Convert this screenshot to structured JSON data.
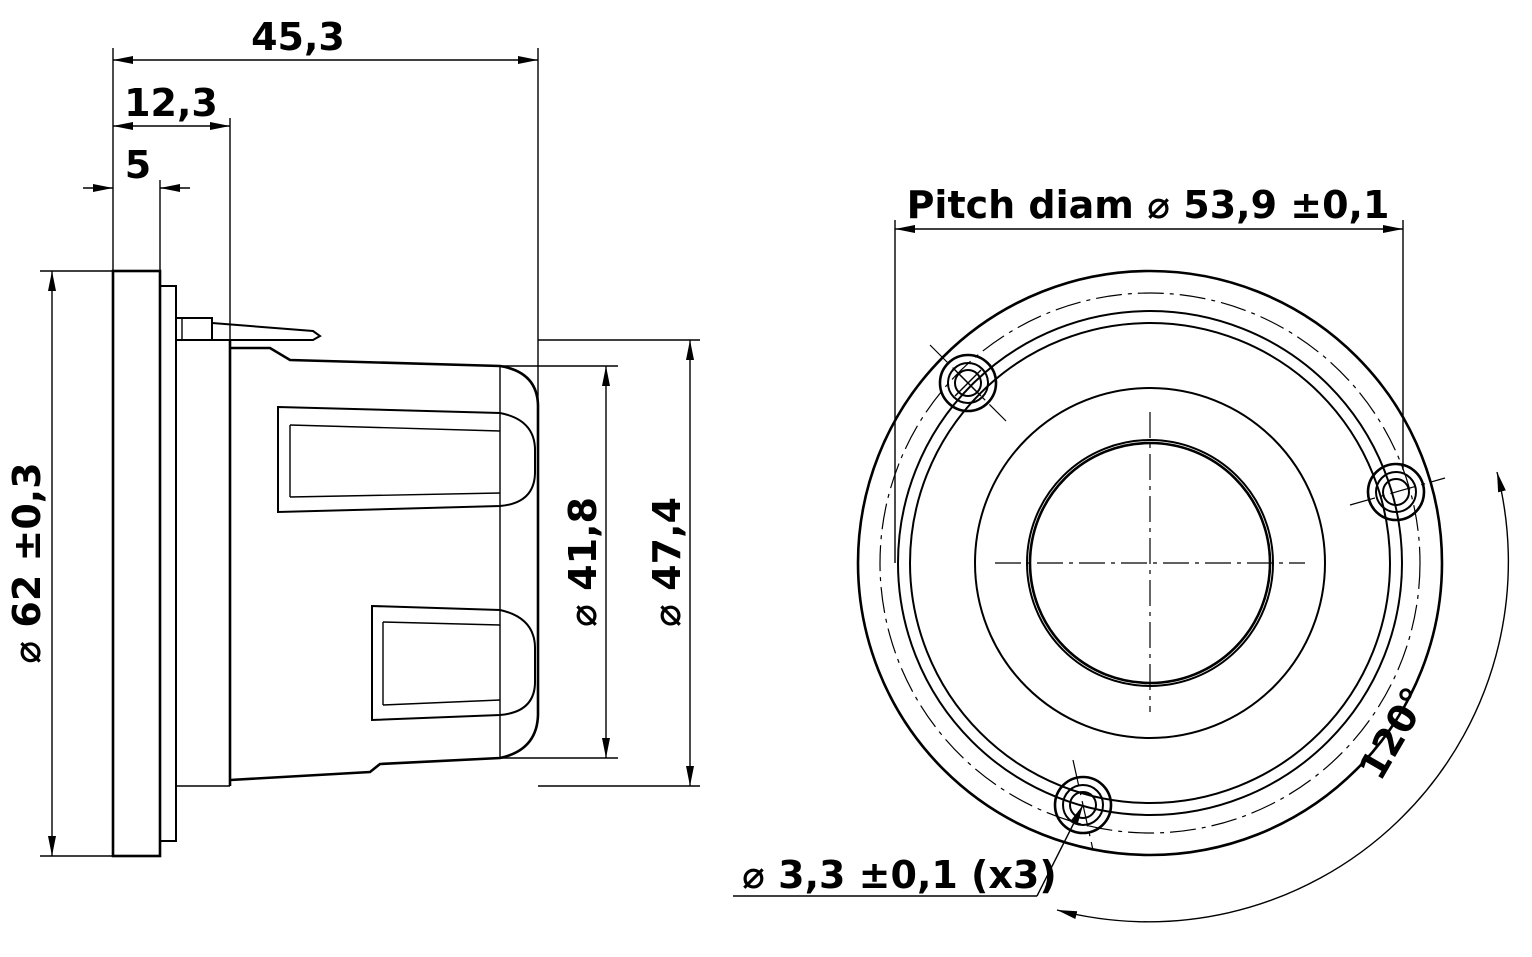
{
  "drawing": {
    "side_view": {
      "dim_overall_depth": "45,3",
      "dim_depth_to_terminals": "12,3",
      "dim_flange_thickness": "5",
      "dim_flange_diameter": "62 ±0,3",
      "dim_inner_diameter": "41,8",
      "dim_outer_diameter": "47,4",
      "diameter_symbol": "⌀"
    },
    "front_view": {
      "pitch_label": "Pitch diam",
      "pitch_value": "53,9 ±0,1",
      "hole_label": "3,3 ±0,1 (x3)",
      "angle_label": "120°",
      "diameter_symbol": "⌀"
    }
  }
}
